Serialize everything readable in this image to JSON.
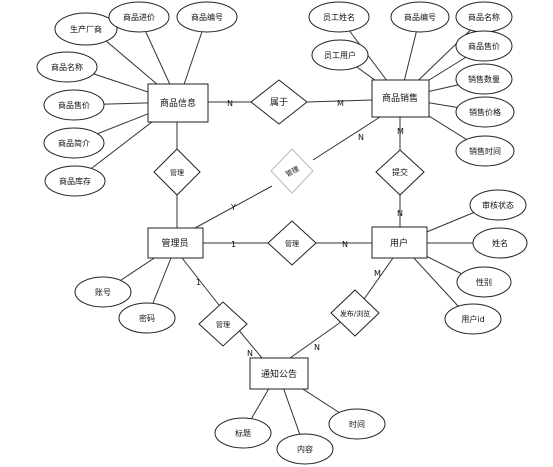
{
  "entities": {
    "product_info": "商品信息",
    "product_sales": "商品销售",
    "admin": "管理员",
    "user": "用户",
    "notice": "通知公告"
  },
  "attributes": {
    "product_info": [
      "生产厂商",
      "商品进价",
      "商品编号",
      "商品名称",
      "商品售价",
      "商品简介",
      "商品库存"
    ],
    "product_sales": [
      "员工姓名",
      "商品编号",
      "商品名称",
      "员工用户",
      "商品售价",
      "销售数量",
      "销售价格",
      "销售时间"
    ],
    "admin": [
      "账号",
      "密码"
    ],
    "user": [
      "审核状态",
      "姓名",
      "性别",
      "用户id"
    ],
    "notice": [
      "标题",
      "内容",
      "时间"
    ]
  },
  "relationships": {
    "belongs": "属于",
    "manage_product": "管理",
    "manage_sales": "管理",
    "submit": "提交",
    "manage_user": "管理",
    "manage_notice": "管理",
    "publish": "发布/浏览"
  },
  "cardinalities": {
    "belongs_product": "N",
    "belongs_sales": "M",
    "sales_manage": "N",
    "admin_manage_sales": "Y",
    "sales_submit": "M",
    "user_submit": "N",
    "admin_user": "1",
    "user_admin": "N",
    "admin_notice": "1",
    "notice_admin": "N",
    "user_notice": "M",
    "notice_user": "N"
  }
}
